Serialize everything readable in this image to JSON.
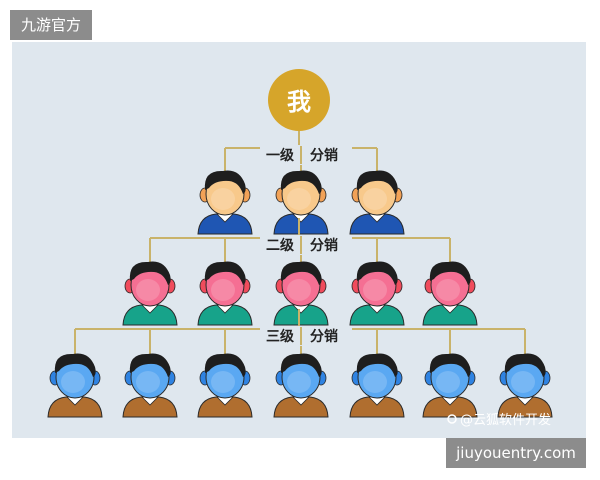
{
  "corner_label": "九游官方",
  "root": {
    "label": "我",
    "color": "#d6a52a"
  },
  "tiers": [
    {
      "label_left": "一级",
      "label_right": "分销",
      "count": 3,
      "face": "#f8c98b",
      "ear": "#f2a257",
      "shirt": "#1f56b3"
    },
    {
      "label_left": "二级",
      "label_right": "分销",
      "count": 5,
      "face": "#f56f93",
      "ear": "#f04c5c",
      "shirt": "#17a38a"
    },
    {
      "label_left": "三级",
      "label_right": "分销",
      "count": 7,
      "face": "#5aa8f2",
      "ear": "#2f83e2",
      "shirt": "#b06e2f"
    }
  ],
  "watermark": "@云狐软件开发",
  "domain_badge": "jiuyouentry.com",
  "colors": {
    "panel": "#dfe7ee",
    "connector": "#c9b36a",
    "hair": "#1e1e1e",
    "outline": "#2a2a2a"
  }
}
